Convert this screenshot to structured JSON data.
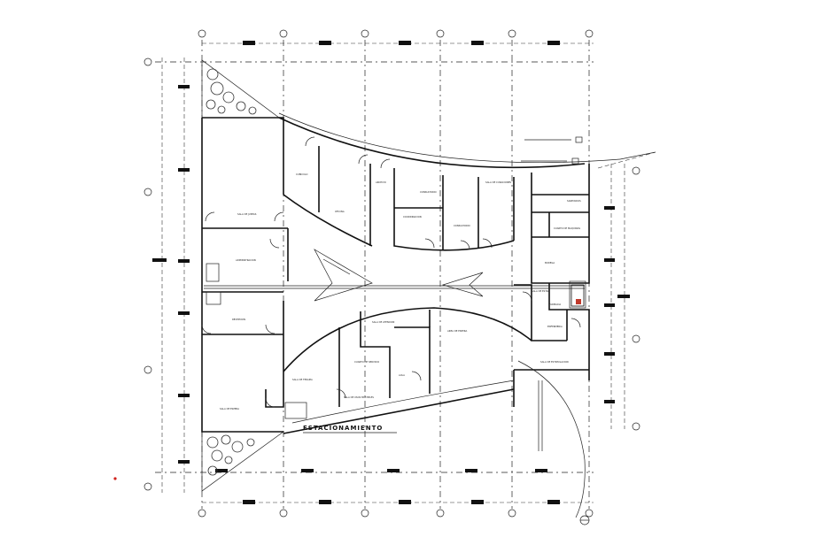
{
  "plan": {
    "parking_label": "ESTACIONAMIENTO",
    "room_labels": [
      "SALA DE ESPERA",
      "RECEPCION",
      "ADMINISTRACION",
      "SALA DE JUNTAS",
      "CUBICULO",
      "OFICINA",
      "ARCHIVO",
      "COORDINACION",
      "CONSULTORIO",
      "CONSULTORIO",
      "SALA DE CURACIONES",
      "SANITARIOS",
      "CUARTO DE MAQUINAS",
      "BODEGA",
      "SALA DE ESTAR",
      "FARMACIA",
      "ENFERMERIA",
      "SALA DE ESTIMULACION",
      "AREA DE ESPERA",
      "SALA DE ATENCION",
      "CUARTO DE SERVICIO",
      "AULA",
      "SALA DE TERAPIA",
      "SALA DE USOS MULTIPLES"
    ]
  }
}
